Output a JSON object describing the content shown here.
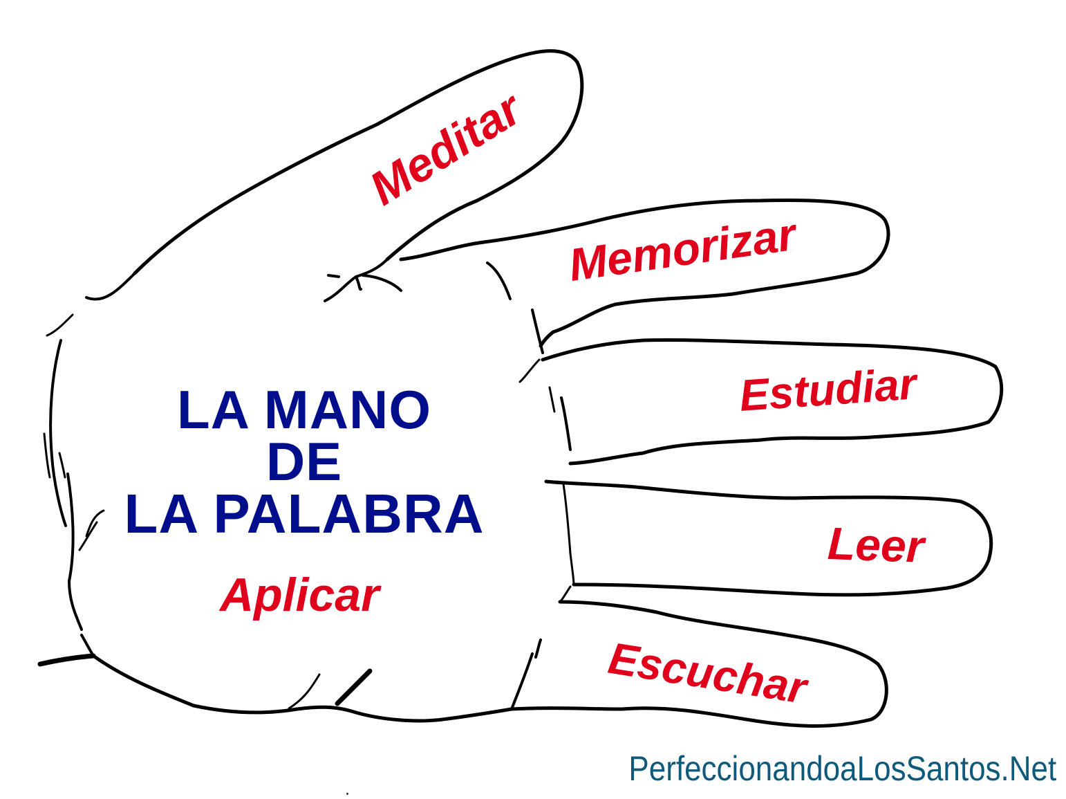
{
  "title": {
    "line1": "LA MANO",
    "line2": "DE",
    "line3": "LA PALABRA",
    "color": "#000e8c"
  },
  "fingers": [
    {
      "id": "thumb",
      "label": "Meditar"
    },
    {
      "id": "index",
      "label": "Memorizar"
    },
    {
      "id": "middle",
      "label": "Estudiar"
    },
    {
      "id": "ring",
      "label": "Leer"
    },
    {
      "id": "pinky",
      "label": "Escuchar"
    }
  ],
  "palm": {
    "label": "Aplicar"
  },
  "label_color": "#e0001b",
  "footer": {
    "website": "PerfeccionandoaLosSantos.Net",
    "color": "#0f5a7c"
  }
}
